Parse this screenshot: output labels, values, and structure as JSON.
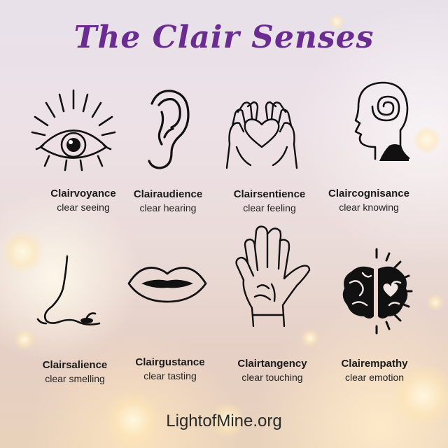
{
  "title": "The Clair Senses",
  "senses": [
    {
      "name": "Clairvoyance",
      "description": "clear seeing",
      "icon": "eye-icon"
    },
    {
      "name": "Clairaudience",
      "description": "clear hearing",
      "icon": "ear-icon"
    },
    {
      "name": "Clairsentience",
      "description": "clear feeling",
      "icon": "hands-heart-icon"
    },
    {
      "name": "Claircognisance",
      "description": "clear knowing",
      "icon": "head-spiral-icon"
    },
    {
      "name": "Clairsalience",
      "description": "clear smelling",
      "icon": "nose-icon"
    },
    {
      "name": "Clairgustance",
      "description": "clear tasting",
      "icon": "lips-icon"
    },
    {
      "name": "Clairtangency",
      "description": "clear touching",
      "icon": "hand-icon"
    },
    {
      "name": "Clairempathy",
      "description": "clear emotion",
      "icon": "brain-heart-icon"
    }
  ],
  "footer": "LightofMine.org",
  "colors": {
    "title": "#6a2c91",
    "icons": "#111111"
  }
}
